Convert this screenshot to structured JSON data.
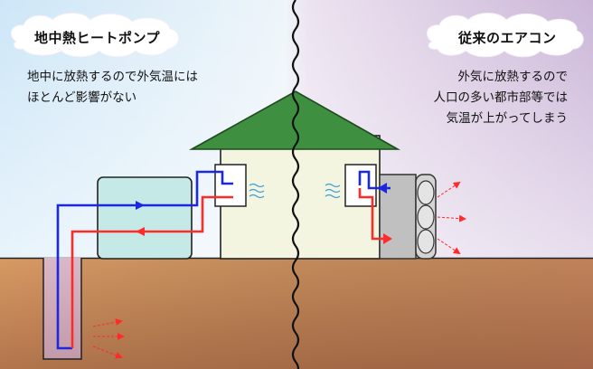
{
  "left": {
    "title": "地中熱ヒートポンプ",
    "caption": [
      "地中に放熱するので外気温には",
      "ほとんど影響がない"
    ]
  },
  "right": {
    "title": "従来のエアコン",
    "caption": [
      "外気に放熱するので",
      "人口の多い都市部等では",
      "気温が上がってしまう"
    ]
  },
  "colors": {
    "sky_left": "#cfe8f6",
    "sky_right": "#e3d4e8",
    "ground": "#c08252",
    "roof": "#3b8a3c",
    "house_wall": "#f1f3dd",
    "heat_pump_unit": "#bfe6e4",
    "hot_pipe": "#ff2b2b",
    "cold_pipe": "#1b27e0",
    "outdoor_unit": "#b9b9b9"
  }
}
